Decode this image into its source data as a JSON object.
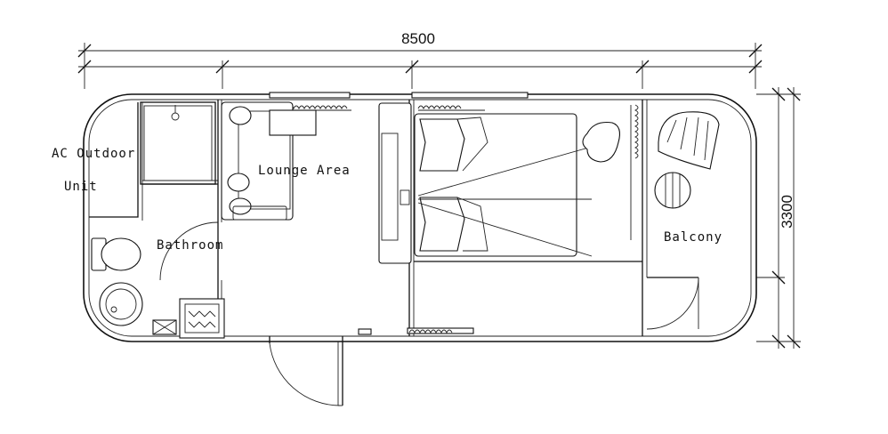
{
  "dimensions": {
    "overall_width": "8500",
    "overall_height": "3300"
  },
  "rooms": {
    "ac_outdoor_line1": "AC Outdoor",
    "ac_outdoor_line2": "Unit",
    "lounge": "Lounge Area",
    "bathroom": "Bathroom",
    "balcony": "Balcony"
  }
}
